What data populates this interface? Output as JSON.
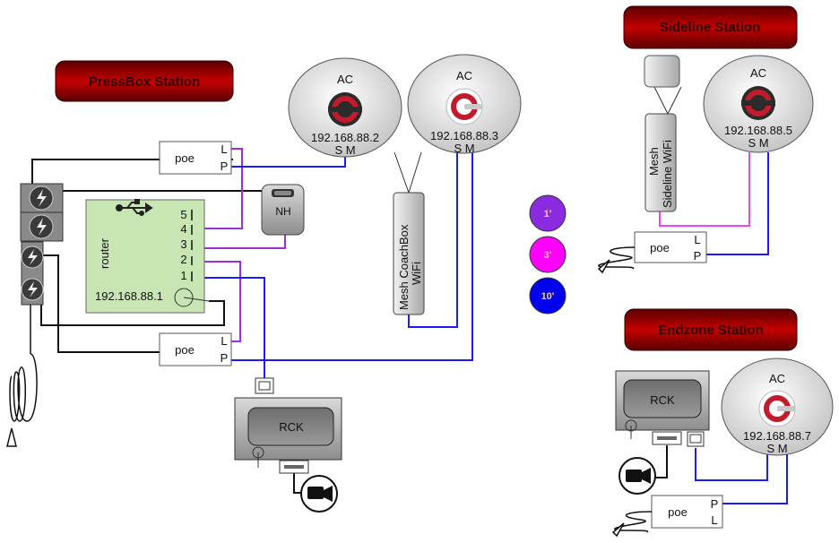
{
  "stations": {
    "pressbox": "PressBox Station",
    "sideline": "Sideline Station",
    "endzone": "Endzone Station"
  },
  "pressbox": {
    "ac1": {
      "label": "AC",
      "ip": "192.168.88.2",
      "ports": "S M"
    },
    "ac2": {
      "label": "AC",
      "ip": "192.168.88.3",
      "ports": "S M"
    },
    "poe_top": {
      "label": "poe",
      "port_l": "L",
      "port_p": "P"
    },
    "poe_bottom": {
      "label": "poe",
      "port_l": "L",
      "port_p": "P"
    },
    "router": {
      "label": "router",
      "ip": "192.168.88.1",
      "ports": [
        "5",
        "4",
        "3",
        "2",
        "1"
      ]
    },
    "nh": "NH",
    "mesh": {
      "line1": "Mesh CoachBox",
      "line2": "WiFi"
    },
    "rck": "RCK"
  },
  "sideline": {
    "ac": {
      "label": "AC",
      "ip": "192.168.88.5",
      "ports": "S M"
    },
    "mesh": {
      "line1": "Mesh",
      "line2": "Sideline  WiFi"
    },
    "poe": {
      "label": "poe",
      "port_l": "L",
      "port_p": "P"
    }
  },
  "endzone": {
    "rck": "RCK",
    "ac": {
      "label": "AC",
      "ip": "192.168.88.7",
      "ports": "S M"
    },
    "poe": {
      "label": "poe",
      "port_p": "P",
      "port_l": "L"
    }
  },
  "legend": [
    {
      "label": "1'",
      "color": "#8a2be2"
    },
    {
      "label": "3'",
      "color": "#ff00ff"
    },
    {
      "label": "10'",
      "color": "#0000ee"
    }
  ],
  "colors": {
    "cable_1ft": "#9b30d9",
    "cable_3ft": "#ee44ee",
    "cable_10ft": "#1a1aff",
    "power": "#111111",
    "title_red": "#a00000",
    "router_green": "#c8e6b4"
  }
}
